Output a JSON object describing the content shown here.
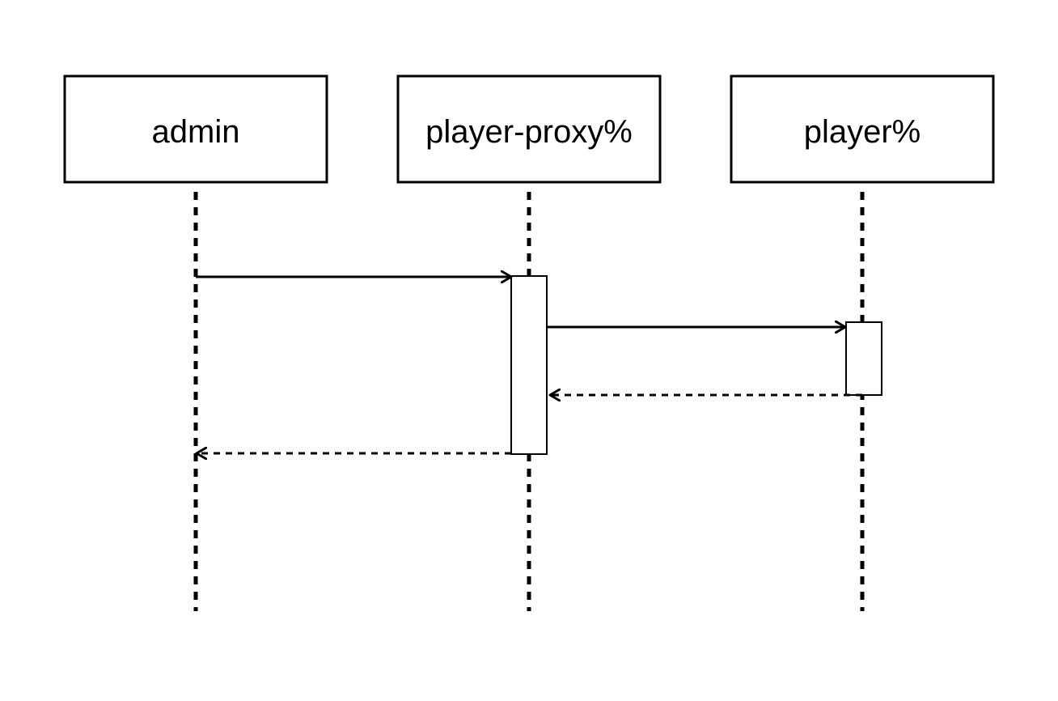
{
  "diagram": {
    "type": "sequence",
    "participants": [
      {
        "id": "admin",
        "label": "admin"
      },
      {
        "id": "player-proxy",
        "label": "player-proxy%"
      },
      {
        "id": "player",
        "label": "player%"
      }
    ],
    "messages": [
      {
        "from": "admin",
        "to": "player-proxy",
        "style": "solid",
        "kind": "call"
      },
      {
        "from": "player-proxy",
        "to": "player",
        "style": "solid",
        "kind": "call"
      },
      {
        "from": "player",
        "to": "player-proxy",
        "style": "dashed",
        "kind": "return"
      },
      {
        "from": "player-proxy",
        "to": "admin",
        "style": "dashed",
        "kind": "return"
      }
    ],
    "activations": [
      {
        "participant": "player-proxy",
        "from_message": 0,
        "to_message": 3
      },
      {
        "participant": "player",
        "from_message": 1,
        "to_message": 2
      }
    ]
  },
  "colors": {
    "stroke": "#000000",
    "fill": "#ffffff",
    "background": "#ffffff"
  }
}
